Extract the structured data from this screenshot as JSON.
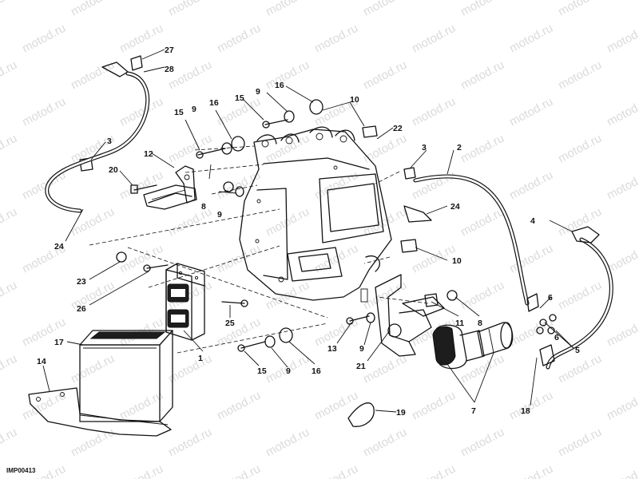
{
  "watermark": {
    "text": "motod.ru"
  },
  "drawing_code": "IMP00413",
  "callouts": [
    "1",
    "2",
    "3",
    "4",
    "5",
    "6",
    "7",
    "8",
    "9",
    "10",
    "11",
    "12",
    "13",
    "14",
    "15",
    "16",
    "17",
    "18",
    "19",
    "20",
    "21",
    "22",
    "23",
    "24",
    "25",
    "26",
    "27",
    "28"
  ]
}
